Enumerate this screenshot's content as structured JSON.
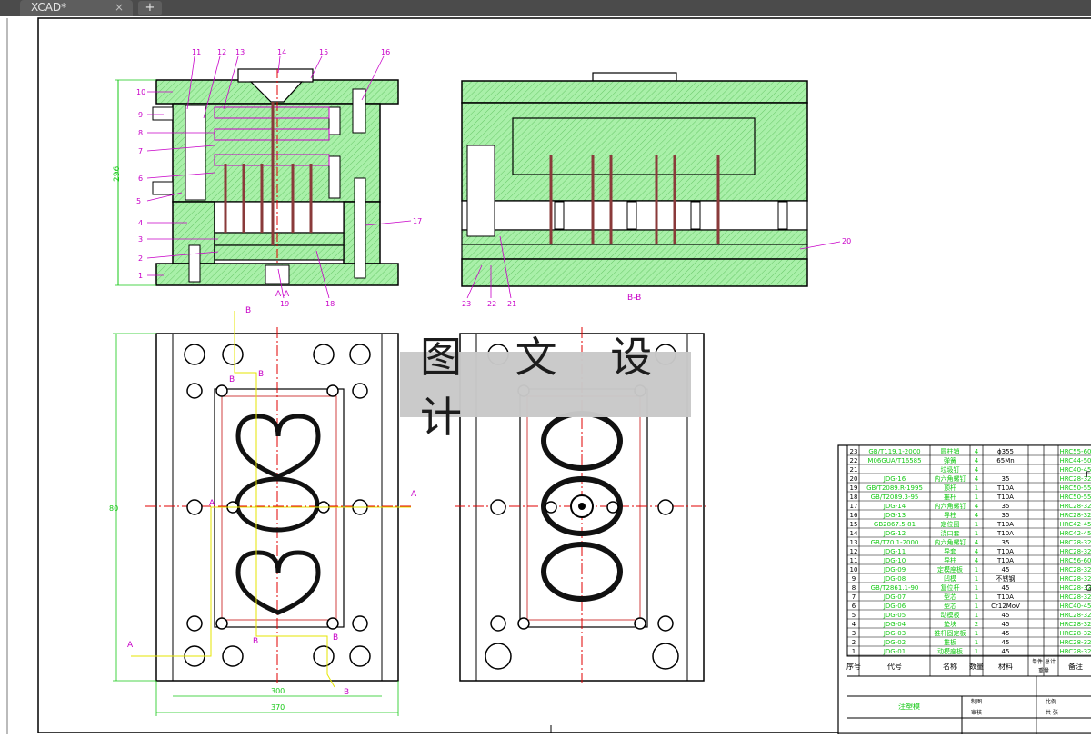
{
  "window": {
    "tab_title": "XCAD*",
    "tab_close": "×",
    "new_tab": "+"
  },
  "drawing": {
    "watermark": "图 文 设 计",
    "colors": {
      "plate_fill": "#a9f0a9",
      "outline": "#000000",
      "callout": "#c800c8",
      "dimension": "#14c814",
      "center_line": "#e00000",
      "section_line": "#e6e600",
      "pin": "#8a3a3a"
    },
    "views": {
      "section_aa_label": "A-A",
      "section_bb_label": "B-B",
      "height_dim": "296",
      "side_dim": "80",
      "bottom_dim_inner": "300",
      "bottom_dim_outer": "370"
    },
    "section_marks": {
      "A": "A",
      "B": "B"
    },
    "callouts_aa_left": [
      "11",
      "12",
      "13",
      "14",
      "15",
      "16",
      "10",
      "9",
      "8",
      "7",
      "6",
      "5",
      "4",
      "3",
      "2",
      "1",
      "17",
      "19",
      "18"
    ],
    "callouts_bb": [
      "20",
      "23",
      "22",
      "21"
    ],
    "side_letters": [
      "F",
      "G"
    ]
  },
  "bom": {
    "rows": [
      {
        "no": "23",
        "code": "GB/T119.1-2000",
        "name": "圆柱销",
        "qty": "4",
        "material": "ϕ355",
        "note": "HRC55-60"
      },
      {
        "no": "22",
        "code": "M06GUA/T16585",
        "name": "弹簧",
        "qty": "4",
        "material": "65Mn",
        "note": "HRC44-50"
      },
      {
        "no": "21",
        "code": "",
        "name": "垃圾钉",
        "qty": "4",
        "material": "",
        "note": "HRC40-45"
      },
      {
        "no": "20",
        "code": "JDG-16",
        "name": "内六角螺钉",
        "qty": "4",
        "material": "35",
        "note": "HRC28-32"
      },
      {
        "no": "19",
        "code": "GB/T2089.R-1995",
        "name": "顶杆",
        "qty": "1",
        "material": "T10A",
        "note": "HRC50-55"
      },
      {
        "no": "18",
        "code": "GB/T2089.3-95",
        "name": "推杆",
        "qty": "1",
        "material": "T10A",
        "note": "HRC50-55"
      },
      {
        "no": "17",
        "code": "JDG-14",
        "name": "内六角螺钉",
        "qty": "4",
        "material": "35",
        "note": "HRC28-32"
      },
      {
        "no": "16",
        "code": "JDG-13",
        "name": "导柱",
        "qty": "4",
        "material": "35",
        "note": "HRC28-32"
      },
      {
        "no": "15",
        "code": "GB2867.5-81",
        "name": "定位圈",
        "qty": "1",
        "material": "T10A",
        "note": "HRC42-45"
      },
      {
        "no": "14",
        "code": "JDG-12",
        "name": "浇口套",
        "qty": "1",
        "material": "T10A",
        "note": "HRC42-45"
      },
      {
        "no": "13",
        "code": "GB/T70.1-2000",
        "name": "内六角螺钉",
        "qty": "4",
        "material": "35",
        "note": "HRC28-32"
      },
      {
        "no": "12",
        "code": "JDG-11",
        "name": "导套",
        "qty": "4",
        "material": "T10A",
        "note": "HRC28-32"
      },
      {
        "no": "11",
        "code": "JDG-10",
        "name": "导柱",
        "qty": "4",
        "material": "T10A",
        "note": "HRC56-60"
      },
      {
        "no": "10",
        "code": "JDG-09",
        "name": "定模座板",
        "qty": "1",
        "material": "45",
        "note": "HRC28-32"
      },
      {
        "no": "9",
        "code": "JDG-08",
        "name": "凹模",
        "qty": "1",
        "material": "不锈钢",
        "note": "HRC28-32"
      },
      {
        "no": "8",
        "code": "GB/T2861.1-90",
        "name": "复位杆",
        "qty": "1",
        "material": "45",
        "note": "HRC28-32"
      },
      {
        "no": "7",
        "code": "JDG-07",
        "name": "型芯",
        "qty": "1",
        "material": "T10A",
        "note": "HRC28-32"
      },
      {
        "no": "6",
        "code": "JDG-06",
        "name": "型芯",
        "qty": "1",
        "material": "Cr12MoV",
        "note": "HRC40-45"
      },
      {
        "no": "5",
        "code": "JDG-05",
        "name": "动模板",
        "qty": "1",
        "material": "45",
        "note": "HRC28-32"
      },
      {
        "no": "4",
        "code": "JDG-04",
        "name": "垫块",
        "qty": "2",
        "material": "45",
        "note": "HRC28-32"
      },
      {
        "no": "3",
        "code": "JDG-03",
        "name": "推杆固定板",
        "qty": "1",
        "material": "45",
        "note": "HRC28-32"
      },
      {
        "no": "2",
        "code": "JDG-02",
        "name": "推板",
        "qty": "1",
        "material": "45",
        "note": "HRC28-32"
      },
      {
        "no": "1",
        "code": "JDG-01",
        "name": "动模座板",
        "qty": "1",
        "material": "45",
        "note": "HRC28-32"
      }
    ],
    "header": {
      "no": "序号",
      "code": "代号",
      "name": "名称",
      "qty": "数量",
      "material": "材料",
      "single": "单件",
      "total": "总计",
      "weight": "重量",
      "note": "备注"
    },
    "title_block": {
      "name": "注塑模",
      "drawn": "制图",
      "checked": "审核",
      "scale": "比例",
      "sheet": "共 张"
    }
  }
}
